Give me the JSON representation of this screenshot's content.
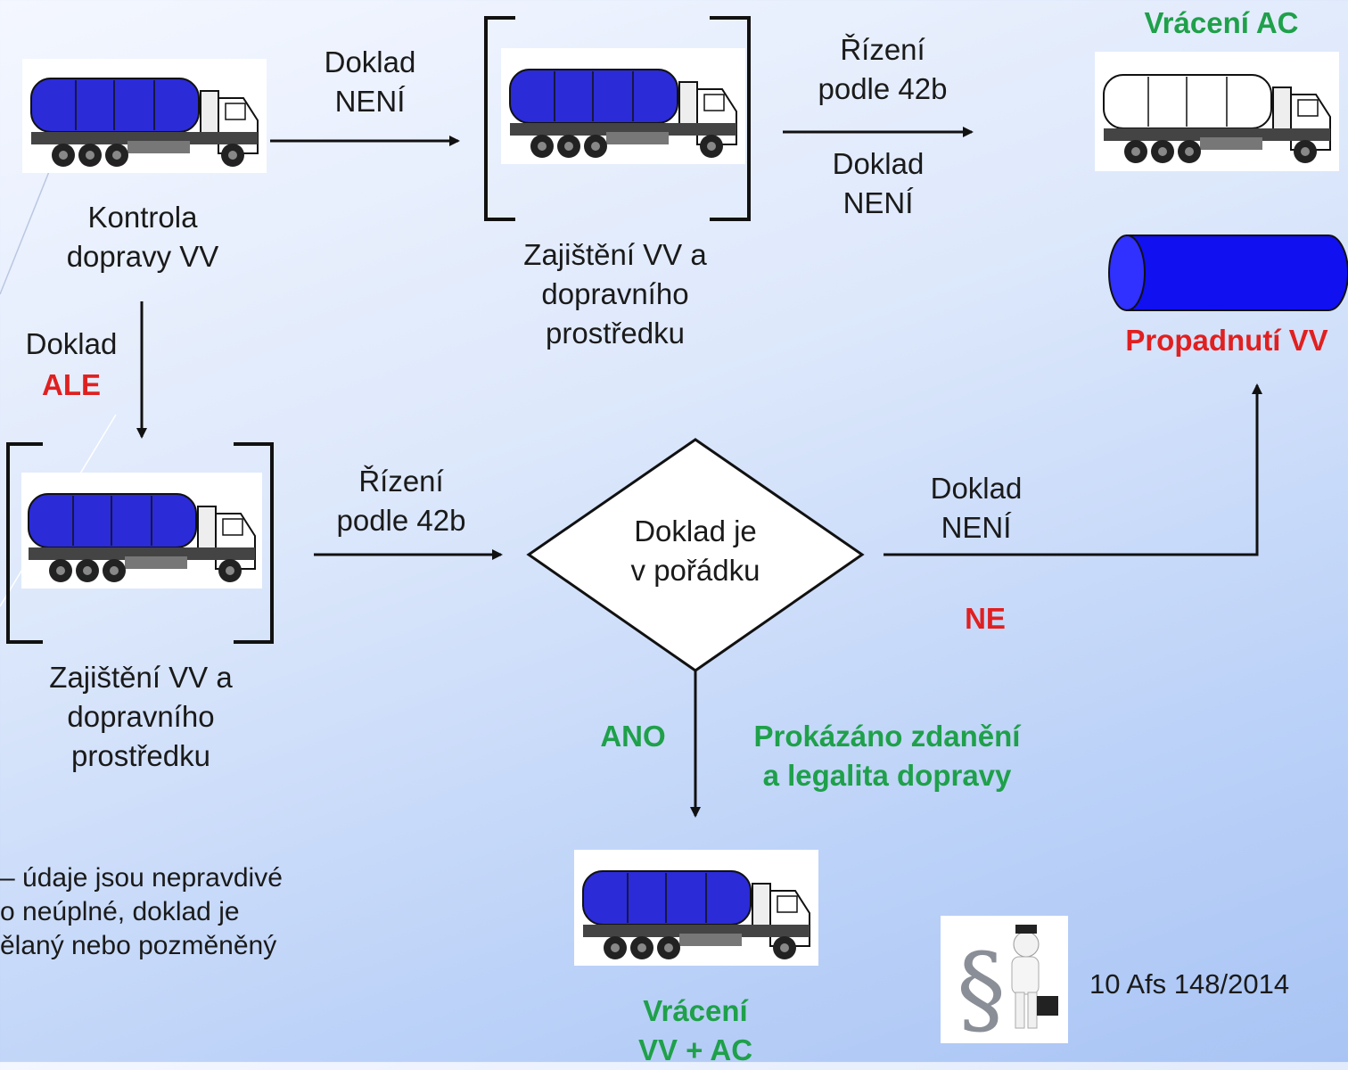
{
  "colors": {
    "tank_blue": "#2b2bd8",
    "red": "#e02020",
    "green": "#1fa04a",
    "cylinder_blue": "#1010f0"
  },
  "nodes": {
    "kontrola": "Kontrola\ndopravy VV",
    "zajisteni_top": "Zajištění VV a\ndopravního\nprostředku",
    "zajisteni_left": "Zajištění VV a\ndopravního\nprostředku",
    "vraceni_ac": "Vrácení AC",
    "propadnuti": "Propadnutí VV",
    "decision": "Doklad je\nv pořádku",
    "vraceni_vv_ac": "Vrácení\nVV + AC"
  },
  "edges": {
    "top_doklad_neni": "Doklad\nNENÍ",
    "top_rizeni": "Řízení\npodle 42b",
    "top_doklad_neni_2": "Doklad\nNENÍ",
    "left_doklad": "Doklad",
    "left_ale": "ALE",
    "mid_rizeni": "Řízení\npodle 42b",
    "right_doklad_neni": "Doklad\nNENÍ",
    "ne": "NE",
    "ano": "ANO",
    "prokazano": "Prokázáno zdanění\na legalita dopravy"
  },
  "footnote": "– údaje jsou nepravdivé\no neúplné, doklad je\nělaný nebo pozměněný",
  "reference": "10 Afs 148/2014",
  "icons": [
    "truck-icon",
    "cylinder-icon",
    "law-person-icon"
  ]
}
